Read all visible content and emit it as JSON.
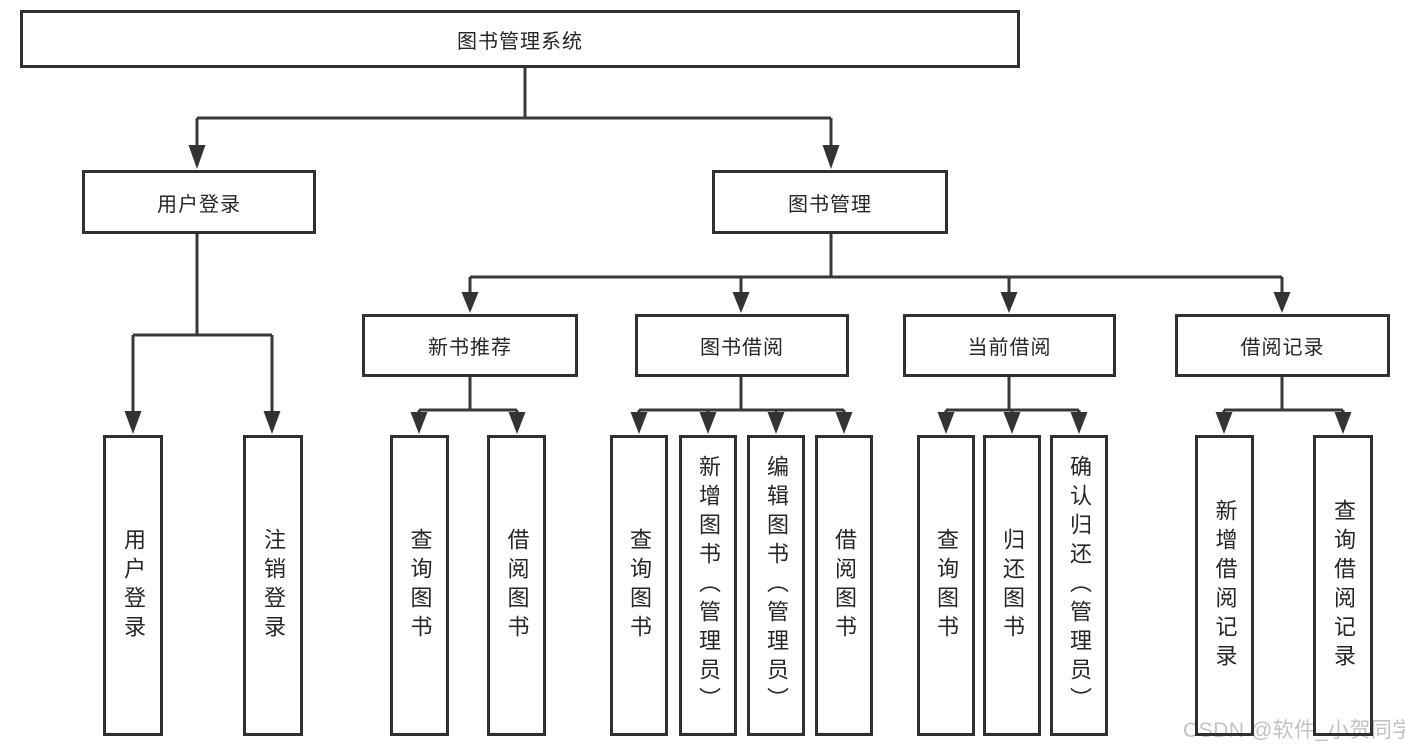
{
  "diagram": {
    "title": "图书管理系统",
    "root": {
      "label": "图书管理系统"
    },
    "level2": [
      {
        "id": "user-login",
        "label": "用户登录"
      },
      {
        "id": "book-management",
        "label": "图书管理"
      }
    ],
    "level3": [
      {
        "id": "new-book-recommend",
        "label": "新书推荐"
      },
      {
        "id": "book-borrow",
        "label": "图书借阅"
      },
      {
        "id": "current-borrow",
        "label": "当前借阅"
      },
      {
        "id": "borrow-records",
        "label": "借阅记录"
      }
    ],
    "leaves": {
      "user_login": [
        "用户登录",
        "注销登录"
      ],
      "new_book_recommend": [
        "查询图书",
        "借阅图书"
      ],
      "book_borrow": [
        "查询图书",
        "新增图书（管理员）",
        "编辑图书（管理员）",
        "借阅图书"
      ],
      "current_borrow": [
        "查询图书",
        "归还图书",
        "确认归还（管理员）"
      ],
      "borrow_records": [
        "新增借阅记录",
        "查询借阅记录"
      ]
    }
  },
  "watermark": {
    "text": "CSDN @软件_小贺同学",
    "color": "#c2c2c2"
  },
  "colors": {
    "background": "#ffffff",
    "box_border": "#303030",
    "line": "#383838",
    "text": "#262626"
  }
}
